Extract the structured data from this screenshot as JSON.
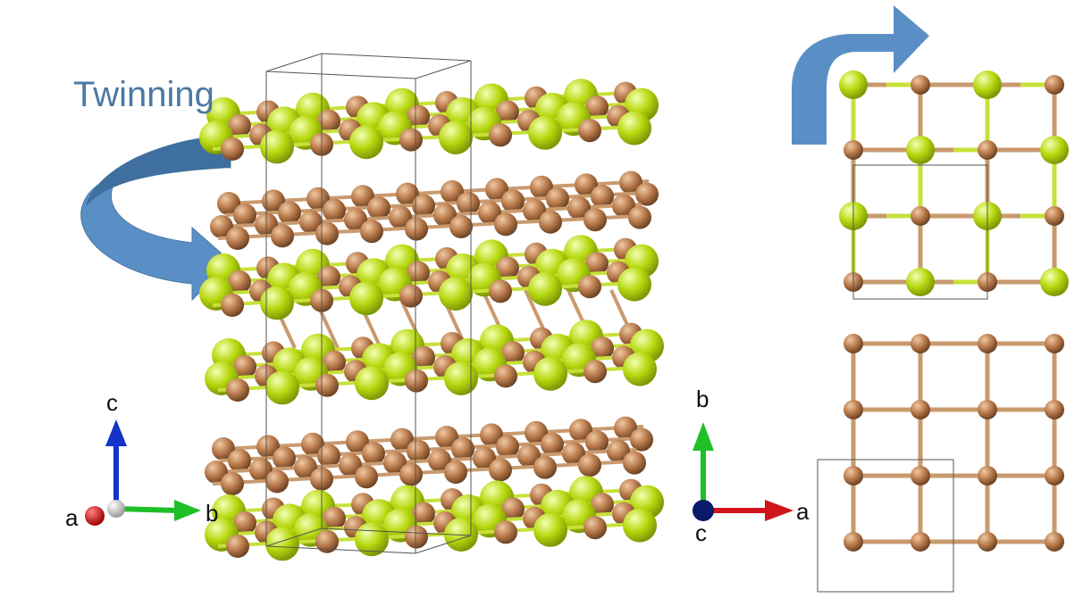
{
  "title": "Twinning",
  "axes_left": {
    "up": "c",
    "origin": "a",
    "right": "b"
  },
  "axes_right": {
    "up": "b",
    "origin": "c",
    "right": "a"
  },
  "colors": {
    "cu_atom": "#b87a4b",
    "s_atom": "#b6d80f",
    "cu_bond": "#c99a6e",
    "s_bond": "#c8e03a",
    "arrow": "#5a8fc6",
    "axis_red": "#d0141b",
    "axis_green": "#1fbf28",
    "axis_blue": "#1433c8",
    "axis_navy": "#081a6a",
    "cell_line": "#555555"
  },
  "icons": [
    "twinning-rotation-arrow",
    "bent-arrow"
  ]
}
